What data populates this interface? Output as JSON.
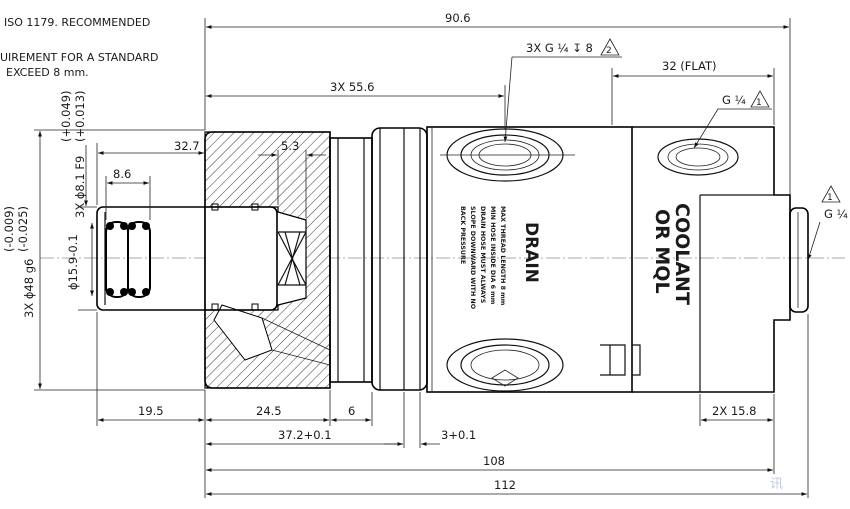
{
  "notes": {
    "line1": "ISO 1179.  RECOMMENDED",
    "line2": "UIREMENT FOR A STANDARD",
    "line3": "EXCEED 8 mm."
  },
  "dimensions": {
    "overall_top": "90.6",
    "port_thread_top": "3X G ¼ ↧ 8",
    "port_thread_top_flag": "2",
    "flat": "32 (FLAT)",
    "coolant_port": "G ¼",
    "coolant_port_flag": "1",
    "spacing": "3X 55.6",
    "bore_depth": "32.7",
    "groove_width": "5.3",
    "seal_width": "8.6",
    "bore_tol_upper": "(+0.049)",
    "bore_tol_lower": "(+0.013)",
    "bore_dia": "3X ϕ8.1 F9",
    "shaft_dia_inner": "ϕ15.9-0.1",
    "outer_tol_upper": "(-0.009)",
    "outer_tol_lower": "(-0.025)",
    "outer_dia": "3X ϕ48 g6",
    "right_port_flag": "1",
    "right_port": "G ¼",
    "bottom_19_5": "19.5",
    "bottom_24_5": "24.5",
    "bottom_6": "6",
    "bottom_15_8": "2X 15.8",
    "bottom_37_2": "37.2+0.1",
    "bottom_3": "3+0.1",
    "bottom_108": "108",
    "bottom_112": "112"
  },
  "labels": {
    "coolant_line1": "COOLANT",
    "coolant_line2": "OR MQL",
    "drain": "DRAIN",
    "drain_note1": "MAX THREAD LENGTH 8 mm",
    "drain_note2": "MIN HOSE INSIDE DIA 6 mm",
    "drain_note3": "DRAIN HOSE MUST ALWAYS",
    "drain_note4": "SLOPE DOWNWARD WITH NO",
    "drain_note5": "BACK PRESSURE"
  },
  "watermark": "讯"
}
